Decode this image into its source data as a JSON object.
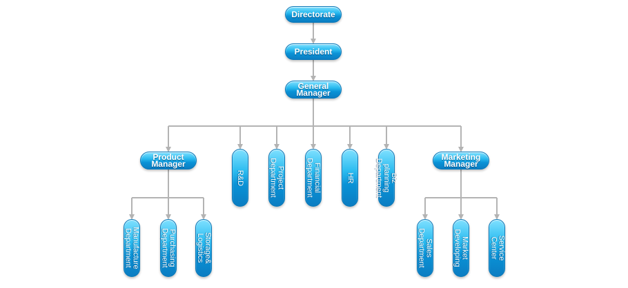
{
  "nodes": {
    "directorate": "Directorate",
    "president": "President",
    "general_manager": "General\nManager",
    "product_manager": "Product\nManager",
    "rd": "R&D",
    "project_department": "Project\nDepartment",
    "financial_department": "Financial\nDepartment",
    "hr": "HR",
    "biz_planning_department": "Biz planning\nDepartment",
    "marketing_manager": "Marketing\nManager",
    "manufacture_department": "Manufacture\nDepartment",
    "purchasing_department": "Purchasing\nDepartment",
    "storage_logistics": "Storage&\nLogistics",
    "sales_department": "Sales\nDepartment",
    "market_developing": "Market\nDeveloping",
    "service_center": "Service\nCenter"
  },
  "colors": {
    "node_top": "#7fe0ff",
    "node_bottom": "#0b7dc2",
    "connector": "#b3b3b3"
  }
}
